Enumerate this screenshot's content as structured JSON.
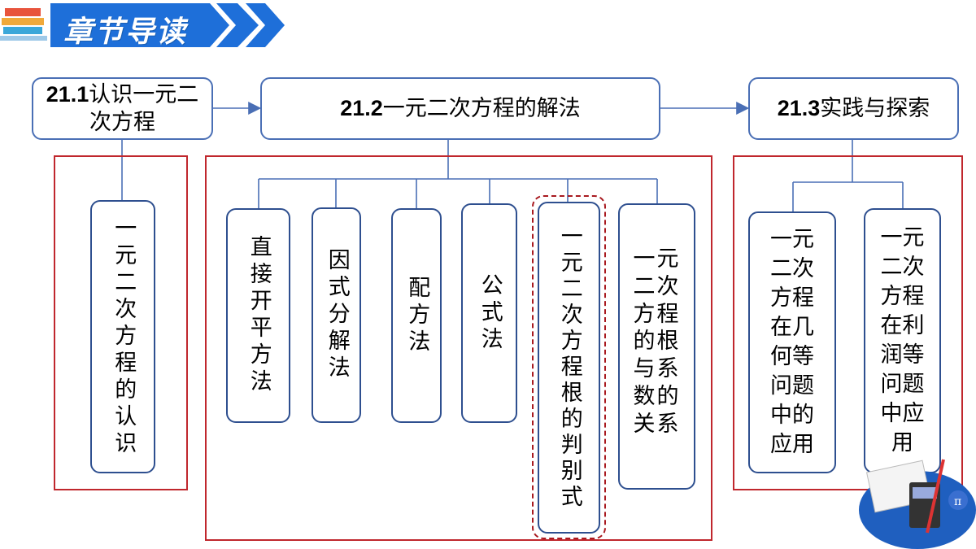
{
  "header": {
    "title": "章节导读"
  },
  "diagram": {
    "top": [
      {
        "num": "21.1",
        "label": "认识一元二次方程"
      },
      {
        "num": "21.2",
        "label": "一元二次方程的解法"
      },
      {
        "num": "21.3",
        "label": "实践与探索"
      }
    ],
    "group1": [
      "一元二次方程的认识"
    ],
    "group2": [
      "直接开平方法",
      "因式分解法",
      "配方法",
      "公式法",
      "一元二次方程根的判别式",
      "一元二次方程的根与系数的关系"
    ],
    "group3": [
      "一元二次方程在几何等问题中的应用",
      "一元二次方程在利润等问题中应用"
    ]
  },
  "colors": {
    "box_border": "#4a6fb5",
    "frame_red": "#c0272d",
    "banner_blue": "#1e6fd9"
  }
}
